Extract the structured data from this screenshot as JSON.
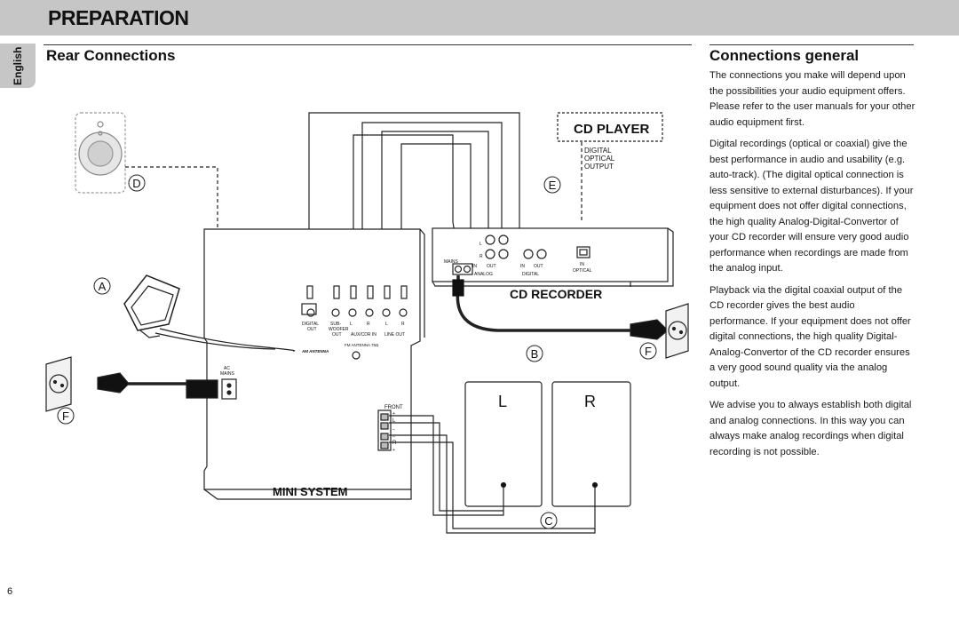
{
  "header": {
    "title": "PREPARATION",
    "language_tab": "English"
  },
  "left": {
    "heading": "Rear Connections"
  },
  "right": {
    "heading": "Connections general",
    "paragraphs": [
      "The connections you make will depend upon the possibilities your audio equipment offers. Please refer to the user manuals for your other audio equipment first.",
      "Digital recordings (optical or coaxial) give the best  performance in audio and usability (e.g. auto-track). (The digital optical connection is less sensitive to external disturbances). If your equipment does not offer digital connections, the high quality Analog-Digital-Convertor of your CD recorder will ensure very good audio performance when recordings are made from the analog input.",
      "Playback via the digital coaxial output of the CD recorder gives the best audio performance.  If your equipment does not offer digital connections, the high quality Digital-Analog-Convertor of the CD recorder ensures a very good sound quality via the analog output.",
      "We advise you to always establish both digital and analog connections. In this way you can always make analog recordings when digital recording is not possible."
    ]
  },
  "diagram": {
    "callouts": {
      "a": "A",
      "b": "B",
      "c": "C",
      "d": "D",
      "e": "E",
      "f_left": "F",
      "f_right": "F"
    },
    "cd_player": {
      "title": "CD PLAYER",
      "digital_optical_output": [
        "DIGITAL",
        "OPTICAL",
        "OUTPUT"
      ]
    },
    "cd_recorder": {
      "title": "CD RECORDER",
      "mains": "MAINS",
      "analog_in": "IN",
      "analog_out": "OUT",
      "digital_in": "IN",
      "digital_out": "OUT",
      "analog": "ANALOG",
      "digital": "DIGITAL",
      "optical_in": "IN",
      "optical": "OPTICAL",
      "jack_left": "L",
      "jack_right": "R"
    },
    "mini_system": {
      "title": "MINI SYSTEM",
      "digital_out": [
        "DIGITAL",
        "OUT"
      ],
      "subwoofer_out": [
        "SUB-",
        "WOOFER",
        "OUT"
      ],
      "aux_cdr_in": "AUX/CDR IN",
      "line_out": "LINE OUT",
      "channel_l": "L",
      "channel_r": "R",
      "fm_antenna": "FM ANTENNA 75Ω",
      "am_antenna": "AM ANTENNA",
      "ac_mains": [
        "AC",
        "MAINS"
      ],
      "front": "FRONT",
      "front_l": "L",
      "front_r": "R",
      "plus": "+",
      "minus": "–"
    },
    "speakers": {
      "left": "L",
      "right": "R"
    }
  },
  "footer": {
    "page_number": "6"
  }
}
